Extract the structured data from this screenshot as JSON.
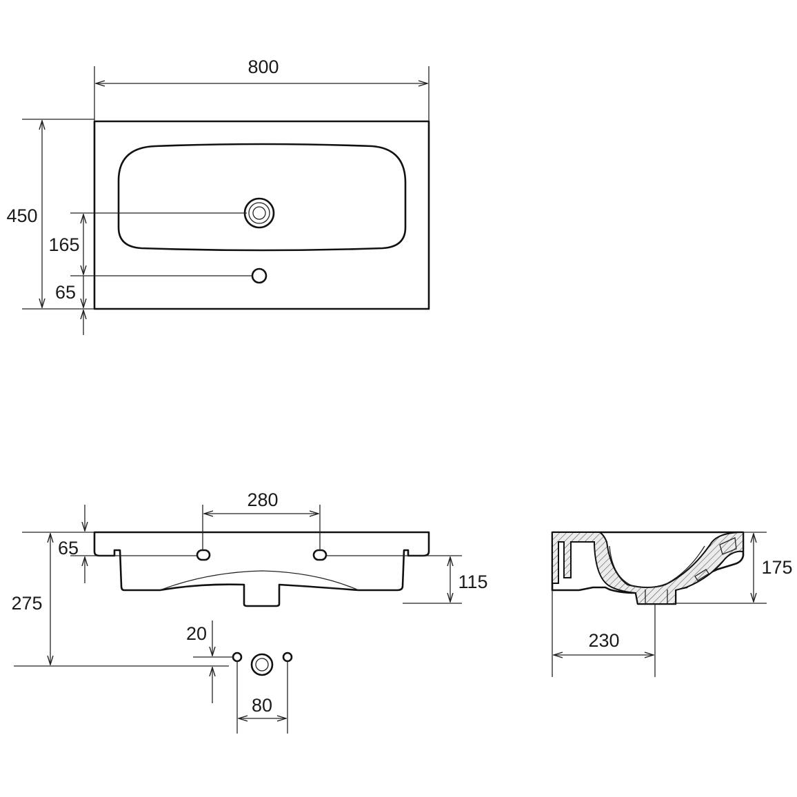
{
  "top_view": {
    "width_label": "800",
    "depth_label": "450",
    "tap_offset_label": "165",
    "overflow_offset_label": "65"
  },
  "front_view": {
    "tap_spacing_label": "280",
    "overflow_height_label": "65",
    "total_height_label": "275",
    "bowl_depth_label": "115",
    "fixing_offset_label": "20",
    "fixing_spacing_label": "80"
  },
  "side_view": {
    "height_label": "175",
    "drain_offset_label": "230"
  }
}
